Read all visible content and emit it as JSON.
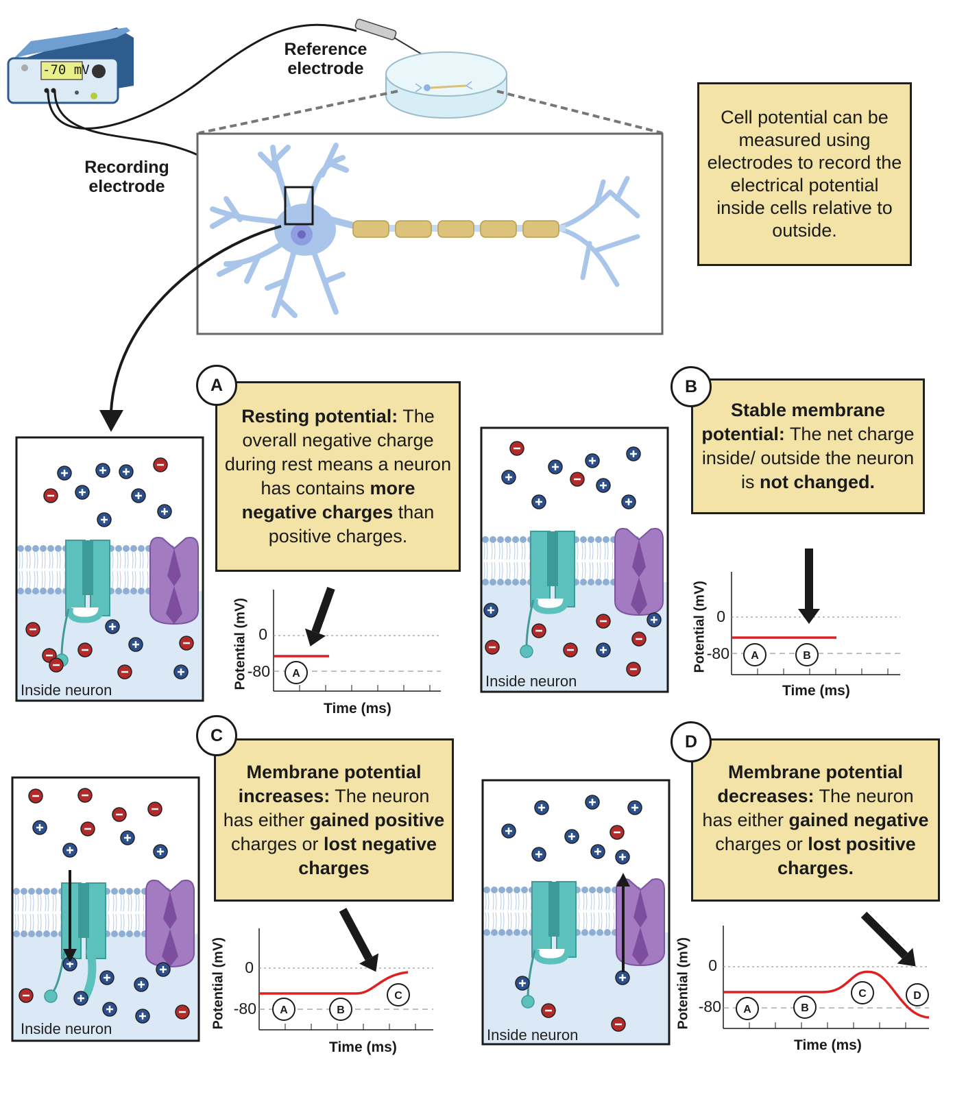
{
  "equipment": {
    "meter_reading": "-70 mV",
    "reference_label": "Reference\nelectrode",
    "recording_label": "Recording\nelectrode"
  },
  "info_box": {
    "text": "Cell potential can be measured using electrodes to record the electrical potential inside cells relative to outside."
  },
  "panels": {
    "A": {
      "badge": "A",
      "title_bold": "Resting potential:",
      "text_1": " The overall negative charge during rest means a neuron has contains ",
      "text_bold": "more negative charges",
      "text_2": " than positive charges.",
      "inside_label": "Inside neuron"
    },
    "B": {
      "badge": "B",
      "title_bold": "Stable membrane potential:",
      "text_1": " The net charge inside/ outside the neuron is ",
      "text_bold": "not changed.",
      "inside_label": "Inside neuron"
    },
    "C": {
      "badge": "C",
      "title_bold": "Membrane potential increases:",
      "text_1": " The neuron has either ",
      "text_bold": "gained positive",
      "text_2": " charges or ",
      "text_bold2": "lost negative charges",
      "inside_label": "Inside neuron"
    },
    "D": {
      "badge": "D",
      "title_bold": "Membrane potential decreases:",
      "text_1": " The neuron has either ",
      "text_bold": "gained negative",
      "text_2": " charges or ",
      "text_bold2": "lost positive charges.",
      "inside_label": "Inside neuron"
    }
  },
  "graphs": {
    "ylabel": "Potential (mV)",
    "xlabel": "Time (ms)",
    "tick_0": "0",
    "tick_80": "-80",
    "marker_A": "A",
    "marker_B": "B",
    "marker_C": "C",
    "marker_D": "D"
  },
  "colors": {
    "box_fill": "#f3e3a6",
    "neuron": "#a9c6ea",
    "myelin": "#dcc27a",
    "trace": "#e02020",
    "cation": "#2c4f8e",
    "anion": "#b22a2a",
    "channel_teal": "#5cc0bd",
    "channel_purple": "#a27bc0",
    "cytoplasm": "#dbe8f6"
  }
}
